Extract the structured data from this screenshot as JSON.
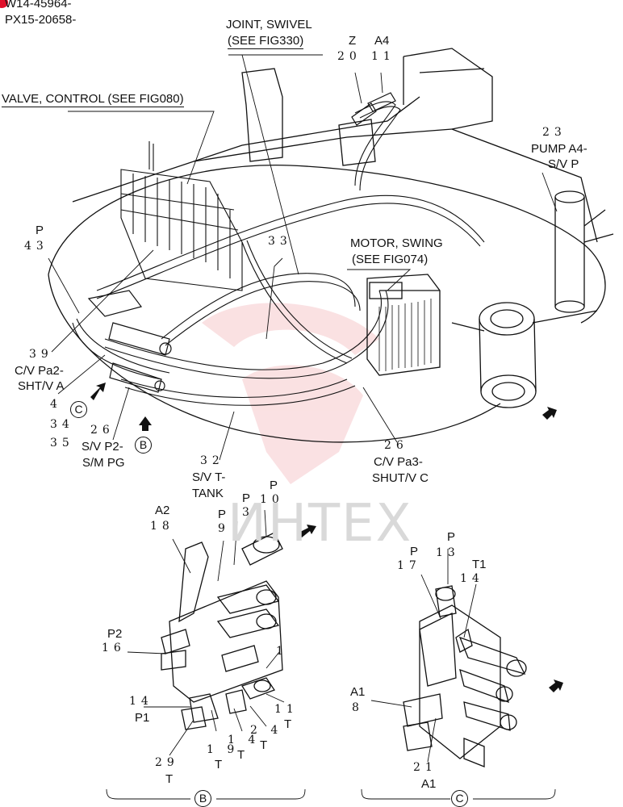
{
  "header": {
    "line1": "W14-45964-",
    "line2": "PX15-20658-"
  },
  "callouts": [
    {
      "id": "joint_swivel_1",
      "text": "JOINT, SWIVEL"
    },
    {
      "id": "joint_swivel_2",
      "text": "(SEE FIG330)"
    },
    {
      "id": "z_lbl",
      "text": "Z"
    },
    {
      "id": "z_num",
      "text": "20"
    },
    {
      "id": "a4_lbl",
      "text": "A4"
    },
    {
      "id": "a4_num",
      "text": "11"
    },
    {
      "id": "valve_control",
      "text": "VALVE, CONTROL (SEE FIG080)"
    },
    {
      "id": "pump_num",
      "text": "23"
    },
    {
      "id": "pump_1",
      "text": "PUMP A4-"
    },
    {
      "id": "pump_2",
      "text": "S/V P"
    },
    {
      "id": "p_lbl",
      "text": "P"
    },
    {
      "id": "p_num",
      "text": "43"
    },
    {
      "id": "n33",
      "text": "33"
    },
    {
      "id": "motor_1",
      "text": "MOTOR, SWING"
    },
    {
      "id": "motor_2",
      "text": "(SEE FIG074)"
    },
    {
      "id": "n39",
      "text": "39"
    },
    {
      "id": "cv_a_1",
      "text": "C/V Pa2-"
    },
    {
      "id": "cv_a_2",
      "text": "SHT/V A"
    },
    {
      "id": "n4",
      "text": "4"
    },
    {
      "id": "n34",
      "text": "34"
    },
    {
      "id": "n35",
      "text": "35"
    },
    {
      "id": "n26a",
      "text": "26"
    },
    {
      "id": "sv_p2_1",
      "text": "S/V P2-"
    },
    {
      "id": "sv_p2_2",
      "text": "S/M PG"
    },
    {
      "id": "n32",
      "text": "32"
    },
    {
      "id": "sv_t_1",
      "text": "S/V T-"
    },
    {
      "id": "sv_t_2",
      "text": "TANK"
    },
    {
      "id": "n26b",
      "text": "26"
    },
    {
      "id": "cv_c_1",
      "text": "C/V Pa3-"
    },
    {
      "id": "cv_c_2",
      "text": "SHUT/V C"
    },
    {
      "id": "a2_lbl",
      "text": "A2"
    },
    {
      "id": "a2_num",
      "text": "18"
    },
    {
      "id": "p3_lbl",
      "text": "P"
    },
    {
      "id": "p3_num",
      "text": "3"
    },
    {
      "id": "p10_lbl",
      "text": "P"
    },
    {
      "id": "p10_num",
      "text": "10"
    },
    {
      "id": "p9_lbl",
      "text": "P"
    },
    {
      "id": "p9_num",
      "text": "9"
    },
    {
      "id": "p2_lbl",
      "text": "P2"
    },
    {
      "id": "p2_num",
      "text": "16"
    },
    {
      "id": "n1",
      "text": "1"
    },
    {
      "id": "n14b",
      "text": "14"
    },
    {
      "id": "p1_lbl",
      "text": "P1"
    },
    {
      "id": "n11",
      "text": "11"
    },
    {
      "id": "t11",
      "text": "T"
    },
    {
      "id": "n2_4",
      "text": "2 4"
    },
    {
      "id": "t24",
      "text": "T"
    },
    {
      "id": "n1_4",
      "text": "1 4"
    },
    {
      "id": "t14",
      "text": "T"
    },
    {
      "id": "n1_9",
      "text": "1 9"
    },
    {
      "id": "t19",
      "text": "T"
    },
    {
      "id": "n29",
      "text": "29"
    },
    {
      "id": "t29",
      "text": "T"
    },
    {
      "id": "pc13_lbl",
      "text": "P"
    },
    {
      "id": "pc13_num",
      "text": "13"
    },
    {
      "id": "pc17_lbl",
      "text": "P"
    },
    {
      "id": "pc17_num",
      "text": "17"
    },
    {
      "id": "t1_lbl",
      "text": "T1"
    },
    {
      "id": "t1_num",
      "text": "14"
    },
    {
      "id": "a1_lbl",
      "text": "A1"
    },
    {
      "id": "a1_num",
      "text": "8"
    },
    {
      "id": "n21",
      "text": "21"
    },
    {
      "id": "a1b_lbl",
      "text": "A1"
    }
  ],
  "detail_markers": {
    "b": "B",
    "c": "C"
  },
  "watermark": "ИНТЕX",
  "colors": {
    "line": "#111111",
    "watermark": "#d9d9d9",
    "marker_dot": "#e0102a"
  }
}
